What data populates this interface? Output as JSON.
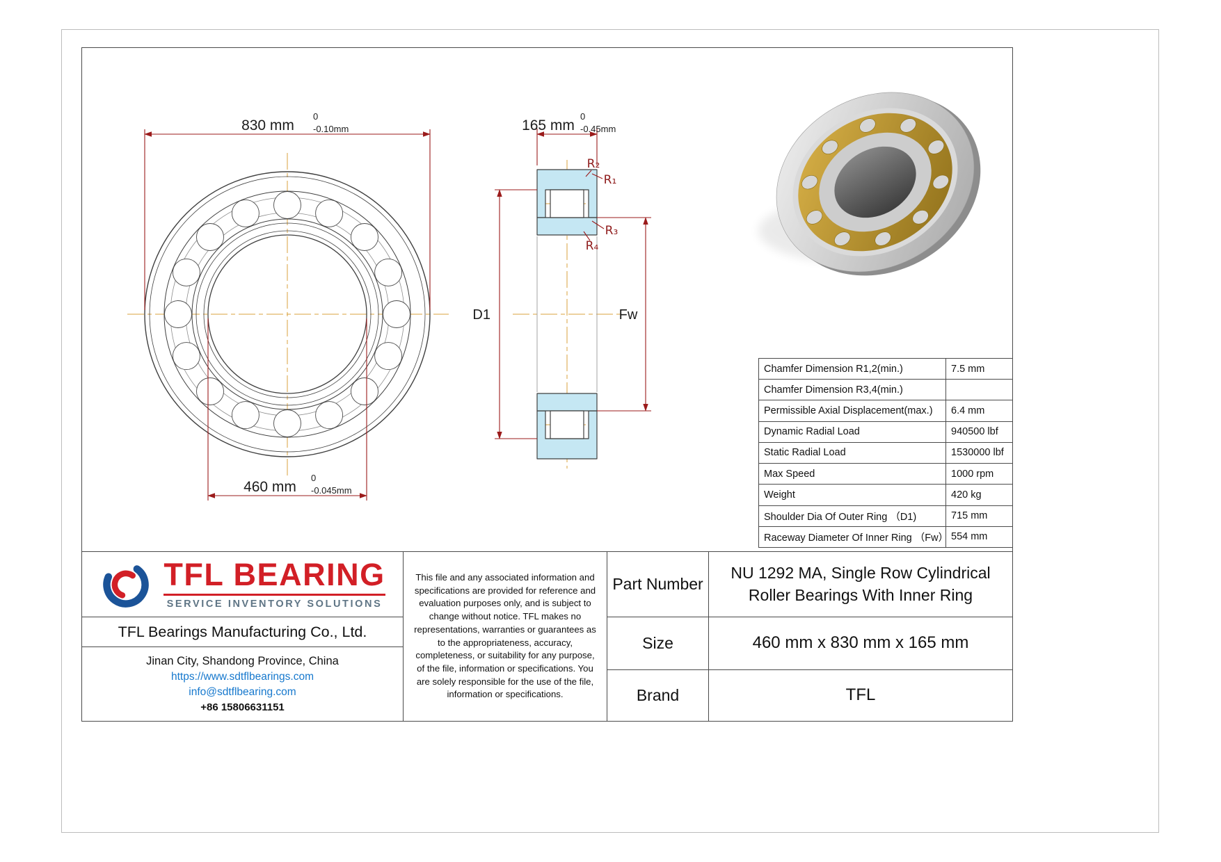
{
  "colors": {
    "dimension_line": "#9b1b1b",
    "centerline": "#d9a23c",
    "section_fill": "#c5e7f3",
    "brand_red": "#d21f26",
    "link_blue": "#1678cd",
    "cage_brass": "#bf9427"
  },
  "drawing": {
    "outer_dia": {
      "value": "830 mm",
      "tol_top": "0",
      "tol_bot": "-0.10mm"
    },
    "bore_dia": {
      "value": "460 mm",
      "tol_top": "0",
      "tol_bot": "-0.045mm"
    },
    "width": {
      "value": "165 mm",
      "tol_top": "0",
      "tol_bot": "-0.45mm"
    },
    "labels": {
      "r1": "R₁",
      "r2": "R₂",
      "r3": "R₃",
      "r4": "R₄",
      "d1": "D1",
      "fw": "Fw"
    }
  },
  "spec_table": {
    "rows": [
      {
        "label": "Chamfer Dimension R1,2(min.)",
        "value": "7.5 mm"
      },
      {
        "label": "Chamfer Dimension R3,4(min.)",
        "value": ""
      },
      {
        "label": "Permissible Axial Displacement(max.)",
        "value": "6.4 mm"
      },
      {
        "label": "Dynamic Radial Load",
        "value": "940500 lbf"
      },
      {
        "label": "Static Radial Load",
        "value": "1530000 lbf"
      },
      {
        "label": "Max Speed",
        "value": "1000 rpm"
      },
      {
        "label": "Weight",
        "value": "420 kg"
      },
      {
        "label": "Shoulder Dia Of Outer Ring （D1)",
        "value": "715 mm"
      },
      {
        "label": "Raceway Diameter Of Inner Ring （Fw）",
        "value": "554 mm"
      }
    ]
  },
  "title_block": {
    "logo_title": "TFL BEARING",
    "logo_subtitle": "SERVICE INVENTORY SOLUTIONS",
    "company": "TFL Bearings Manufacturing Co., Ltd.",
    "address": "Jinan City, Shandong Province, China",
    "website": "https://www.sdtflbearings.com",
    "email": "info@sdtflbearing.com",
    "phone": "+86 15806631151",
    "disclaimer": "This file and any associated information and specifications are provided for reference and evaluation purposes only, and is subject to change without notice. TFL makes no representations, warranties or guarantees as to the appropriateness, accuracy, completeness, or suitability for any purpose, of the file, information or specifications.  You are solely responsible for the use of the file, information or specifications.",
    "fields": [
      {
        "label": "Part Number",
        "value": "NU 1292 MA, Single Row Cylindrical Roller Bearings With Inner Ring"
      },
      {
        "label": "Size",
        "value": "460 mm x 830 mm x 165 mm"
      },
      {
        "label": "Brand",
        "value": "TFL"
      }
    ]
  }
}
